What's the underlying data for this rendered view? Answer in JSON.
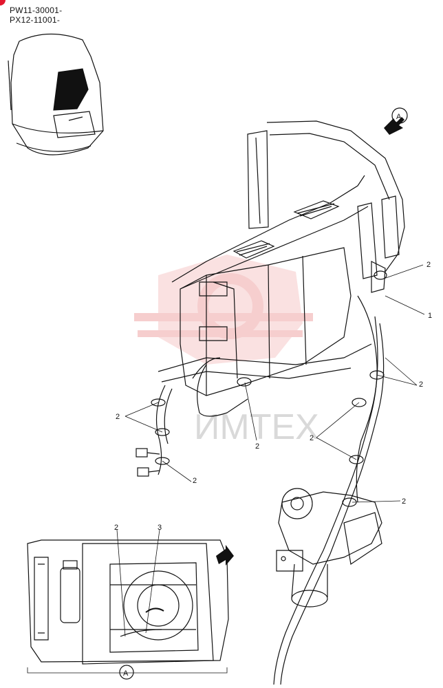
{
  "serials": [
    "PW11-30001-",
    "PX12-11001-"
  ],
  "view_marker": "A",
  "bottom_view_marker": "A",
  "callouts": {
    "c1": "2",
    "c2": "1",
    "c3": "2",
    "c4": "2",
    "c5": "2",
    "c6": "2",
    "c7": "2",
    "c8": "2",
    "c9": "2",
    "c10": "3"
  },
  "watermark": "ИМТЕХ",
  "colors": {
    "marker_red": "#e3172e",
    "watermark_red": "#f2b6b6",
    "line": "#111111"
  }
}
